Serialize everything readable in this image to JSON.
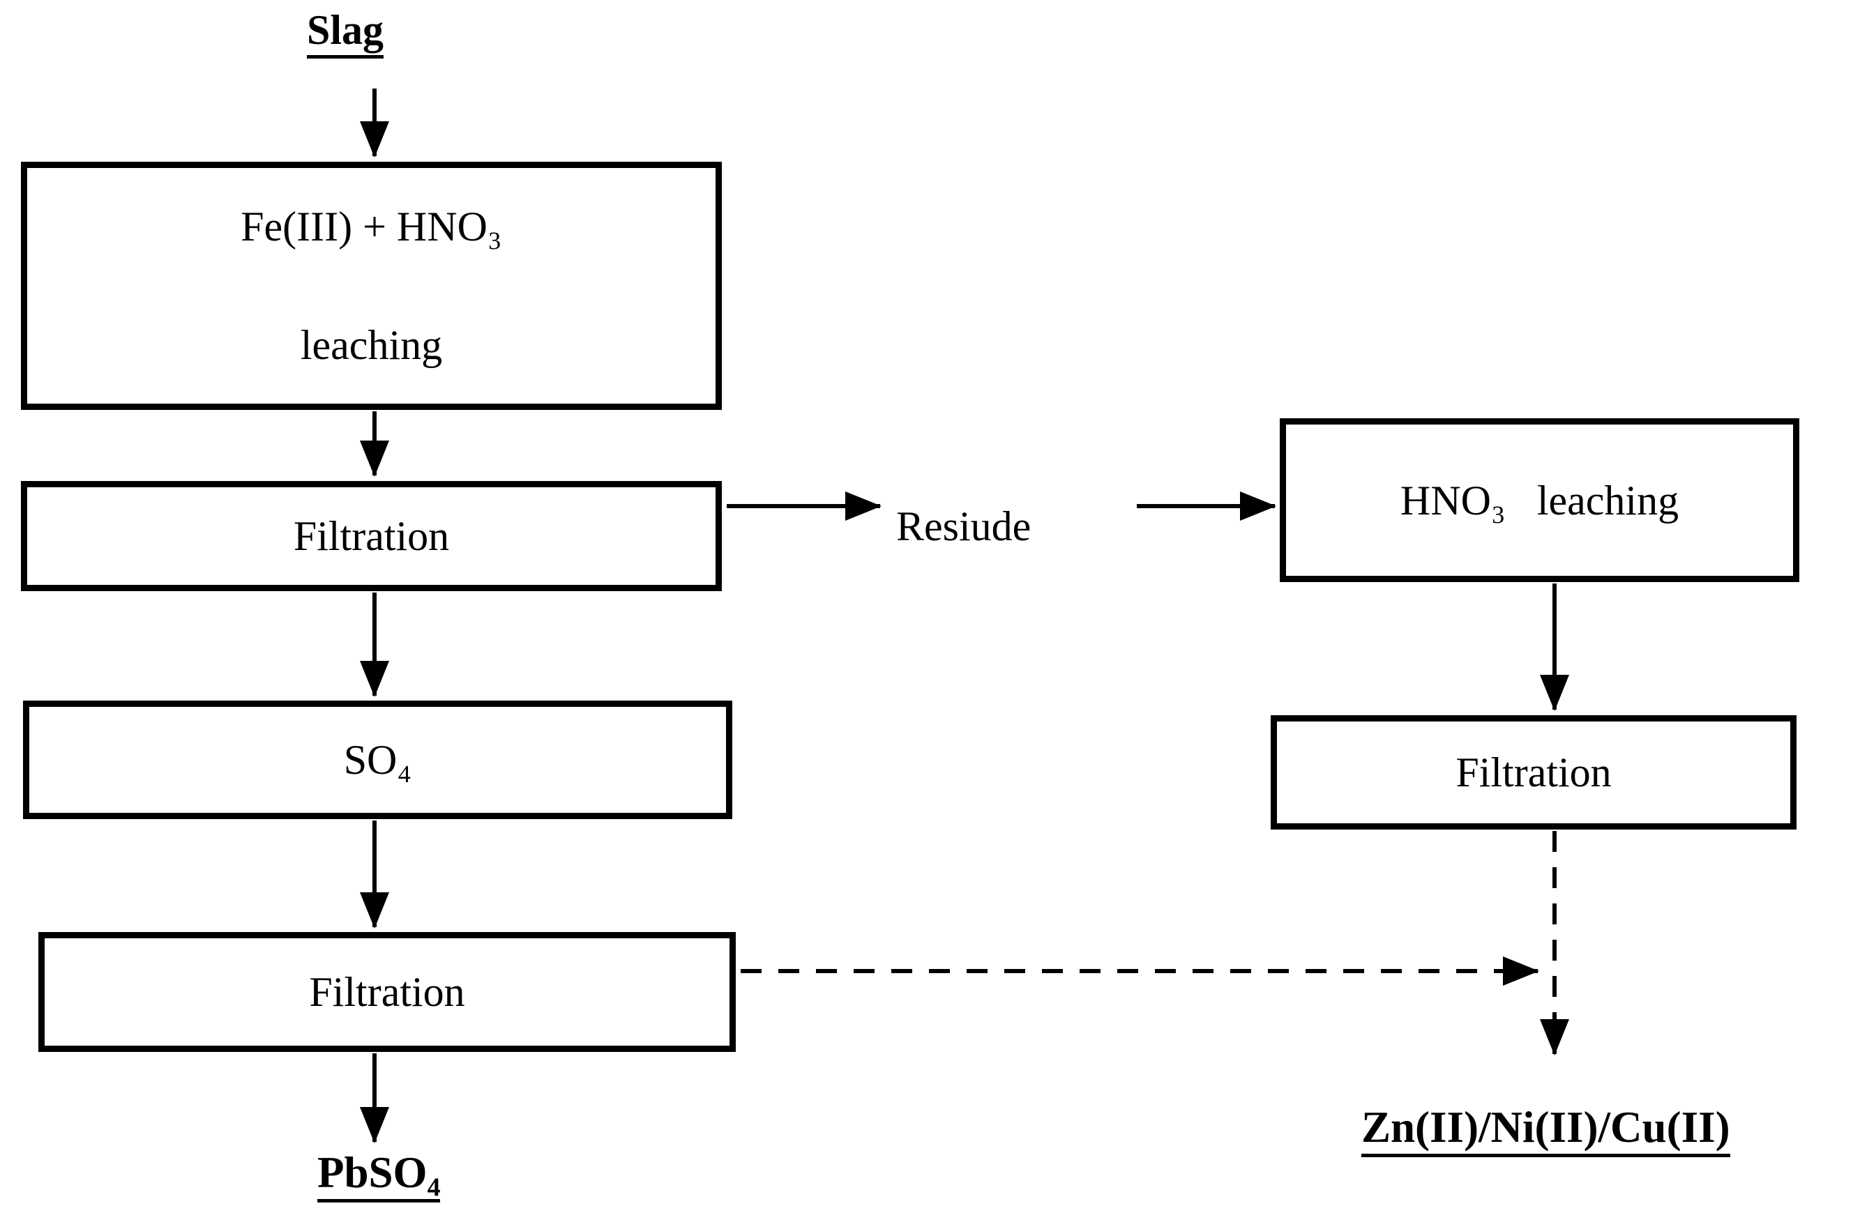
{
  "figure": {
    "type": "flowchart",
    "ink_color": "#000000",
    "background_color": "#ffffff"
  },
  "nodes": {
    "slag": {
      "label": "Slag"
    },
    "fe_leaching": {
      "line1": "Fe(III) + HNO₃",
      "line2": "leaching"
    },
    "filtration_1": {
      "label": "Filtration"
    },
    "so4": {
      "label": "SO₄"
    },
    "filtration_2": {
      "label": "Filtration"
    },
    "pbso4": {
      "label": "PbSO₄"
    },
    "residue": {
      "label": "Resiude"
    },
    "hno3_leaching": {
      "label": "HNO₃   leaching"
    },
    "filtration_3": {
      "label": "Filtration"
    },
    "zn_ni_cu": {
      "label": "Zn(II)/Ni(II)/Cu(II)"
    }
  },
  "edges": [
    {
      "from": "slag",
      "to": "fe_leaching",
      "style": "solid"
    },
    {
      "from": "fe_leaching",
      "to": "filtration_1",
      "style": "solid"
    },
    {
      "from": "filtration_1",
      "to": "residue",
      "style": "solid"
    },
    {
      "from": "residue",
      "to": "hno3_leaching",
      "style": "solid"
    },
    {
      "from": "filtration_1",
      "to": "so4",
      "style": "solid"
    },
    {
      "from": "so4",
      "to": "filtration_2",
      "style": "solid"
    },
    {
      "from": "filtration_2",
      "to": "pbso4",
      "style": "solid"
    },
    {
      "from": "hno3_leaching",
      "to": "filtration_3",
      "style": "solid"
    },
    {
      "from": "filtration_2",
      "to": "zn_ni_cu_junction",
      "style": "dashed"
    },
    {
      "from": "filtration_3",
      "to": "zn_ni_cu",
      "style": "dashed"
    }
  ]
}
